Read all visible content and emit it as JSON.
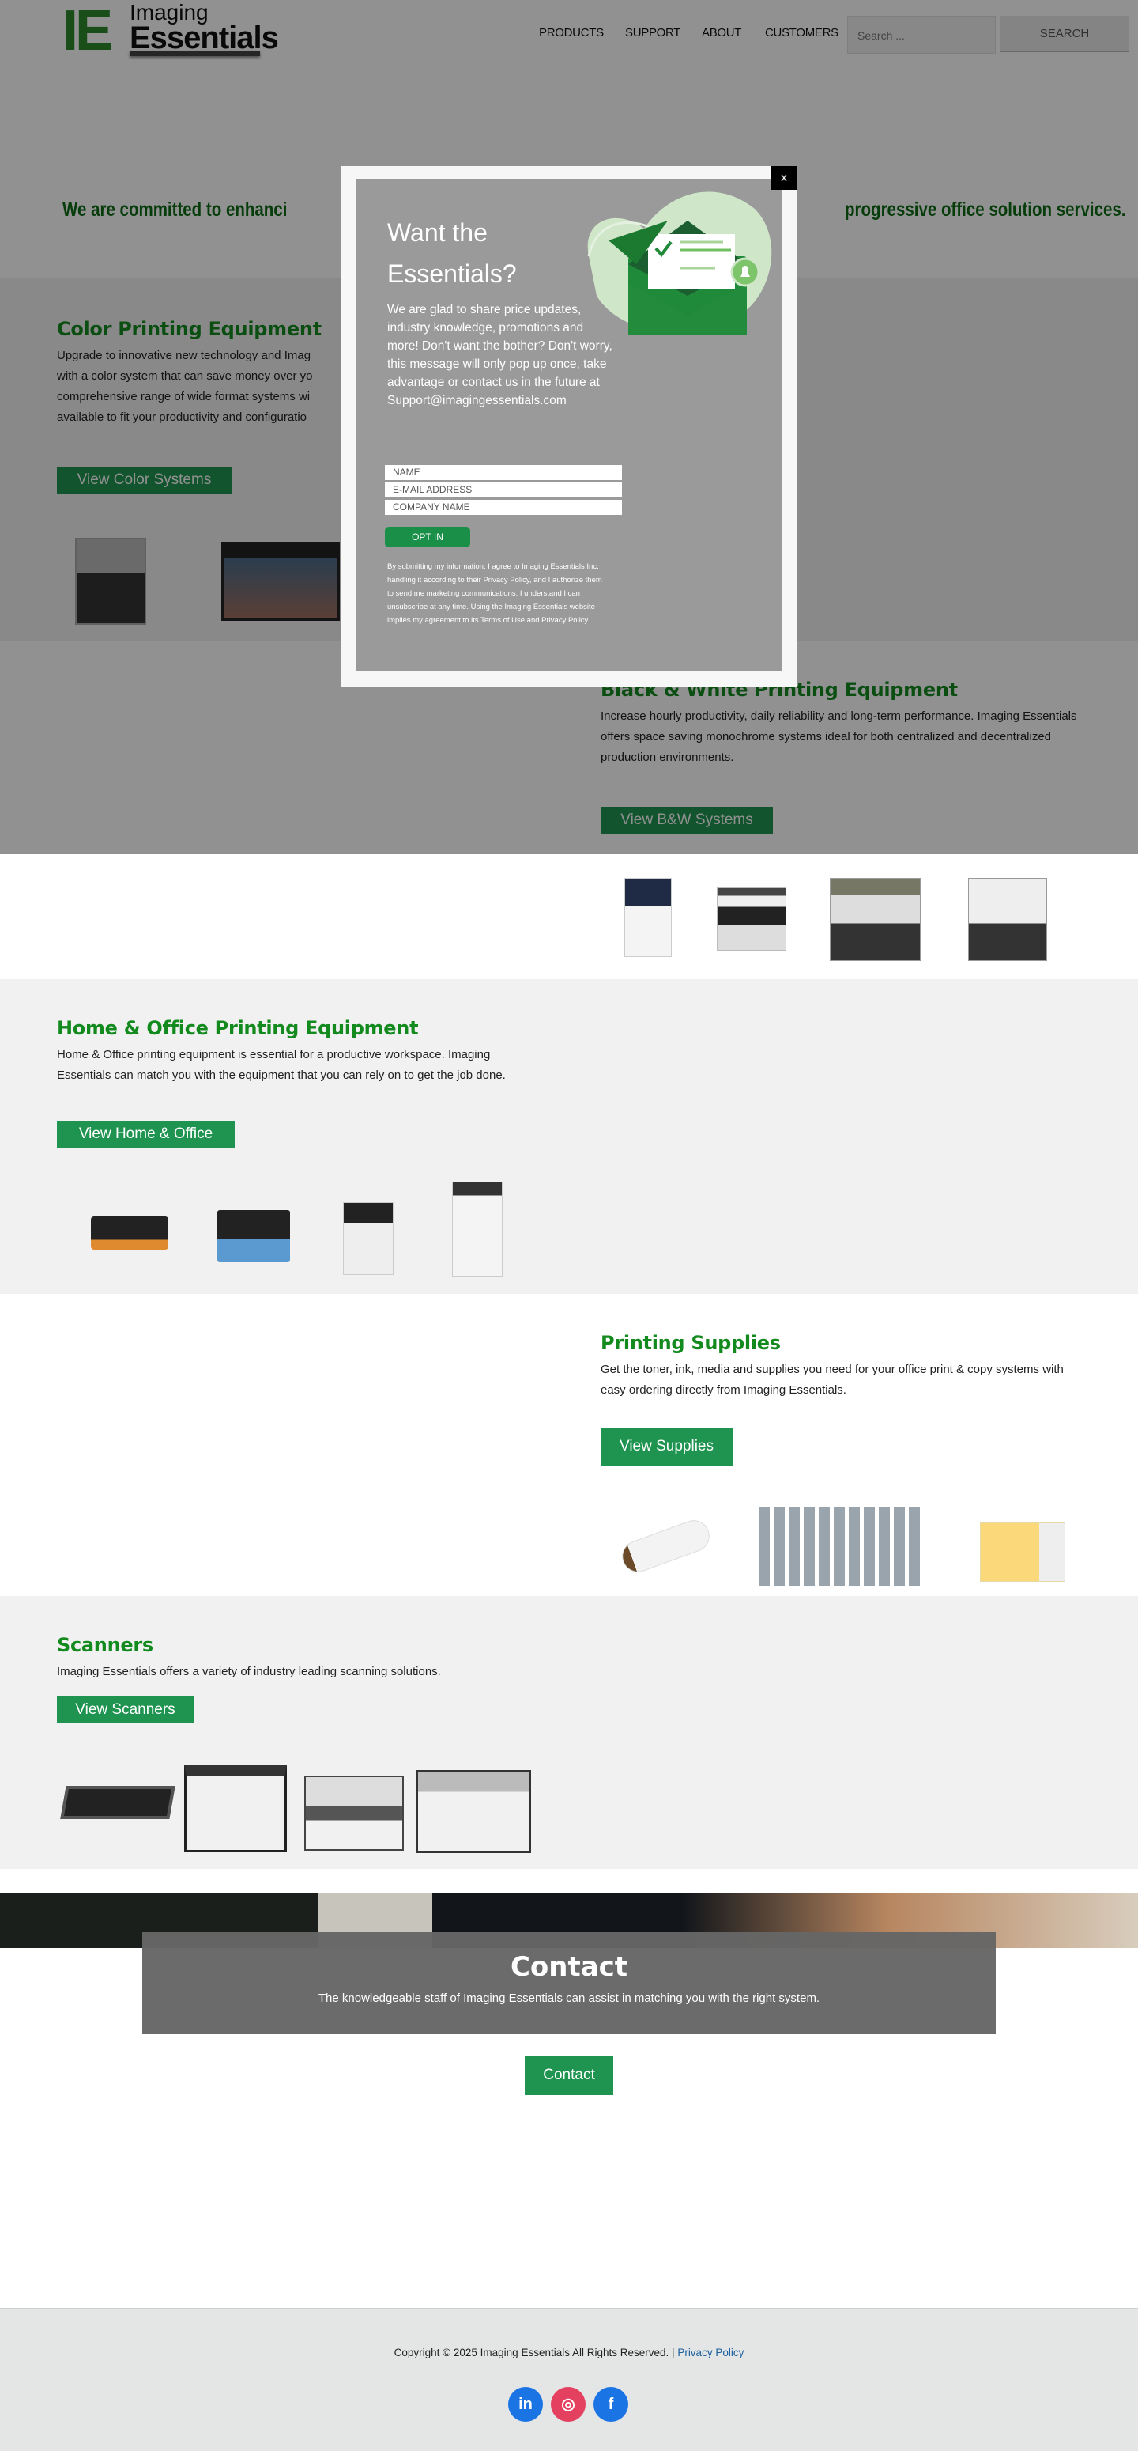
{
  "header": {
    "logo_mark": "IE",
    "logo_line1": "Imaging",
    "logo_line2": "Essentials",
    "nav": [
      "PRODUCTS",
      "SUPPORT",
      "ABOUT",
      "CUSTOMERS"
    ],
    "search_placeholder": "Search ...",
    "search_button": "SEARCH"
  },
  "hero": {
    "tagline_left": "We are committed to enhanci",
    "tagline_right": "progressive office solution services."
  },
  "sections": [
    {
      "title": "Color Printing Equipment",
      "body_lines": [
        "Upgrade to innovative new technology and Imag",
        "with a color system that can save money over yo",
        "comprehensive range of wide format systems wi",
        "available to fit your productivity and configuratio"
      ],
      "button": "View Color Systems"
    },
    {
      "title": "Black & White Printing Equipment",
      "body": "Increase hourly productivity, daily reliability and long-term performance. Imaging Essentials offers space saving monochrome systems ideal for both centralized and decentralized production environments.",
      "button": "View B&W Systems"
    },
    {
      "title": "Home & Office Printing Equipment",
      "body": "Home & Office printing equipment is essential for a productive workspace. Imaging Essentials can match you with the equipment that you can rely on to get the job done.",
      "button": "View Home & Office"
    },
    {
      "title": "Printing Supplies",
      "body": "Get the toner, ink, media and supplies you need for your office print & copy systems with easy ordering directly from Imaging Essentials.",
      "button": "View Supplies"
    },
    {
      "title": "Scanners",
      "body": "Imaging Essentials offers a variety of industry leading scanning solutions.",
      "button": "View Scanners"
    }
  ],
  "contact": {
    "title": "Contact",
    "subtitle": "The knowledgeable staff of Imaging Essentials can assist in matching you with the right system.",
    "button": "Contact"
  },
  "footer": {
    "copyright": "Copyright © 2025 Imaging Essentials All Rights Reserved. |",
    "privacy": "Privacy Policy",
    "social": [
      {
        "icon": "linkedin-icon",
        "glyph": "in",
        "color": "#1b74e4"
      },
      {
        "icon": "instagram-icon",
        "glyph": "◎",
        "color": "#e4405f"
      },
      {
        "icon": "facebook-icon",
        "glyph": "f",
        "color": "#1b74e4"
      }
    ]
  },
  "popup": {
    "close": "x",
    "title": "Want the Essentials?",
    "body": "We are glad to share price updates, industry knowledge, promotions and more! Don't want the bother? Don't worry, this message will only pop up once, take advantage or contact us in the future at Support@imagingessentials.com",
    "name_placeholder": "NAME",
    "email_placeholder": "E-MAIL ADDRESS",
    "company_placeholder": "COMPANY NAME",
    "button": "OPT IN",
    "fine_print": "By submitting my information, I agree to Imaging Essentials Inc. handling it according to their Privacy Policy, and I authorize them to send me marketing communications. I understand I can unsubscribe at any time. Using the Imaging Essentials website implies my agreement to its Terms of Use and Privacy Policy."
  },
  "colors": {
    "brand_green": "#1e9450",
    "heading_green": "#138a1e",
    "link_blue": "#1b5e9e"
  }
}
